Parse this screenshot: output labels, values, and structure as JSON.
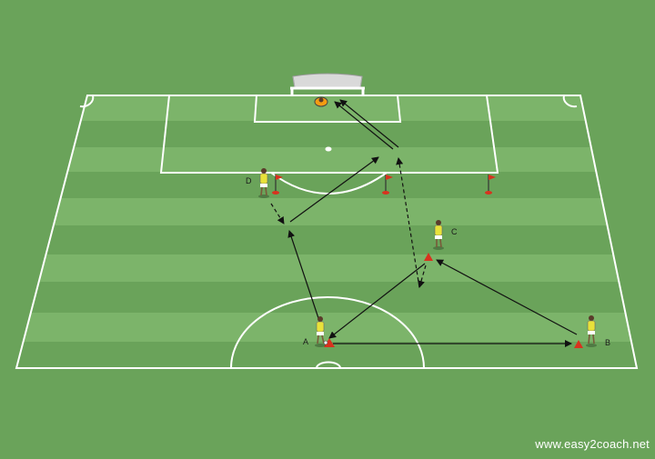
{
  "pitch": {
    "background_color": "#6aa35a",
    "stripe_light": "#7cb46a",
    "stripe_dark": "#6aa35a",
    "line_color": "#ffffff"
  },
  "players": [
    {
      "id": "A",
      "label": "A",
      "shirt_color": "#e8e23a"
    },
    {
      "id": "B",
      "label": "B",
      "shirt_color": "#e8e23a"
    },
    {
      "id": "C",
      "label": "C",
      "shirt_color": "#e8e23a"
    },
    {
      "id": "D",
      "label": "D",
      "shirt_color": "#e8e23a"
    },
    {
      "id": "GK",
      "label": "",
      "shirt_color": "#f39c12"
    }
  ],
  "markers": {
    "cone_color": "#d8321e",
    "flag_color": "#d8321e"
  },
  "arrows": {
    "pass_color": "#111111",
    "run_style": "dashed"
  },
  "watermark": "www.easy2coach.net"
}
